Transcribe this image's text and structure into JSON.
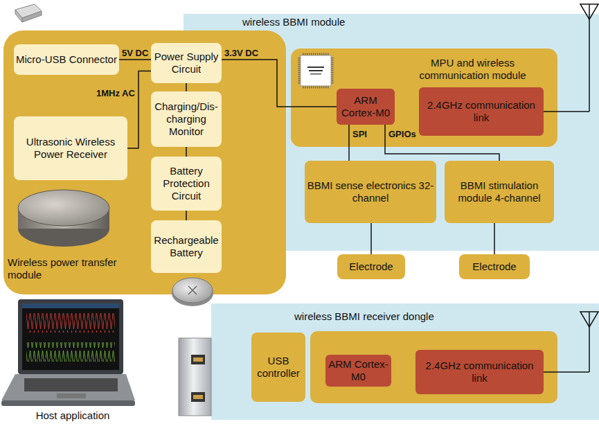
{
  "diagram": {
    "nodes": [
      {
        "text": [
          "wireless BBMI module"
        ]
      },
      {
        "text": [
          "Wireless power transfer module"
        ]
      },
      {
        "text": [
          "Micro-USB Connector"
        ],
        "in": 1
      },
      {
        "text": [
          "Power Supply Circuit"
        ],
        "in": 1
      },
      {
        "text": [
          "Ultrasonic Wireless Power Receiver"
        ],
        "in": 1
      },
      {
        "text": [
          "Charging/Dis-charging Monitor"
        ],
        "in": 1
      },
      {
        "text": [
          "Battery Protection Circuit"
        ],
        "in": 1
      },
      {
        "text": [
          "Rechargeable Battery"
        ],
        "in": 1
      },
      {
        "text": [
          "MPU and wireless communication module"
        ],
        "in": 0
      },
      {
        "text": [
          "ARM Cortex-M0"
        ],
        "in": 8
      },
      {
        "text": [
          "2.4GHz communication link"
        ],
        "in": 8
      },
      {
        "text": [
          "BBMI sense electronics 32-channel"
        ],
        "in": 0
      },
      {
        "text": [
          "BBMI stimulation module 4-channel"
        ],
        "in": 0
      },
      {
        "text": [
          "Electrode"
        ]
      },
      {
        "text": [
          "Electrode"
        ]
      },
      {
        "text": [
          "wireless BBMI receiver dongle"
        ]
      },
      {
        "text": [
          "USB controller"
        ],
        "in": 15
      },
      {
        "text": [
          "ARM Cortex-M0"
        ],
        "in": 15
      },
      {
        "text": [
          "2.4GHz communication link"
        ],
        "in": 15
      }
    ],
    "edges": [
      {
        "from": 2,
        "to": 3,
        "label": "5V DC",
        "arrow": "none"
      },
      {
        "from": 4,
        "to": 3,
        "label": "1MHz AC",
        "arrow": "none"
      },
      {
        "from": 3,
        "to": 5,
        "arrow": "none"
      },
      {
        "from": 5,
        "to": 6,
        "arrow": "none"
      },
      {
        "from": 6,
        "to": 7,
        "arrow": "none"
      },
      {
        "from": 3,
        "to": 9,
        "label": "3.3V DC",
        "arrow": "none"
      },
      {
        "from": 9,
        "to": 11,
        "label": "SPI",
        "arrow": "none"
      },
      {
        "from": 9,
        "to": 12,
        "label": "GPIOs",
        "arrow": "none"
      },
      {
        "from": 11,
        "to": 13,
        "arrow": "none"
      },
      {
        "from": 12,
        "to": 14,
        "arrow": "none"
      }
    ],
    "labels": [
      "Host application"
    ]
  }
}
